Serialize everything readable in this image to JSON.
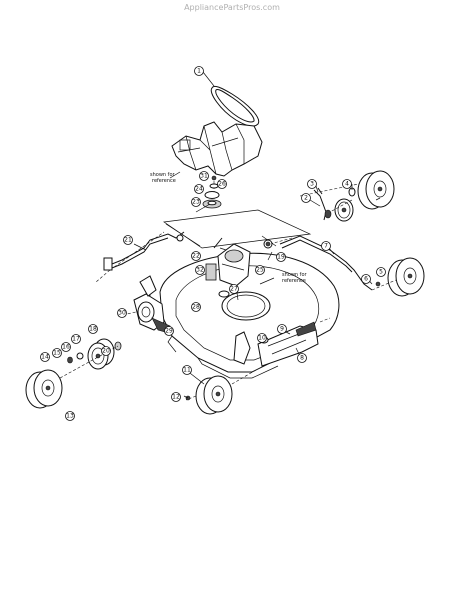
{
  "watermark": "AppliancePartsPros.com",
  "notes": {
    "left": [
      "shown for",
      "reference"
    ],
    "right": [
      "shown for",
      "reference"
    ]
  },
  "callouts": [
    "1",
    "2",
    "3",
    "4",
    "5",
    "6",
    "7",
    "8",
    "9",
    "10",
    "11",
    "12",
    "13",
    "14",
    "15",
    "16",
    "17",
    "18",
    "19",
    "20",
    "21",
    "22",
    "23",
    "24",
    "25",
    "26",
    "27",
    "28",
    "29",
    "30",
    "31",
    "32"
  ]
}
